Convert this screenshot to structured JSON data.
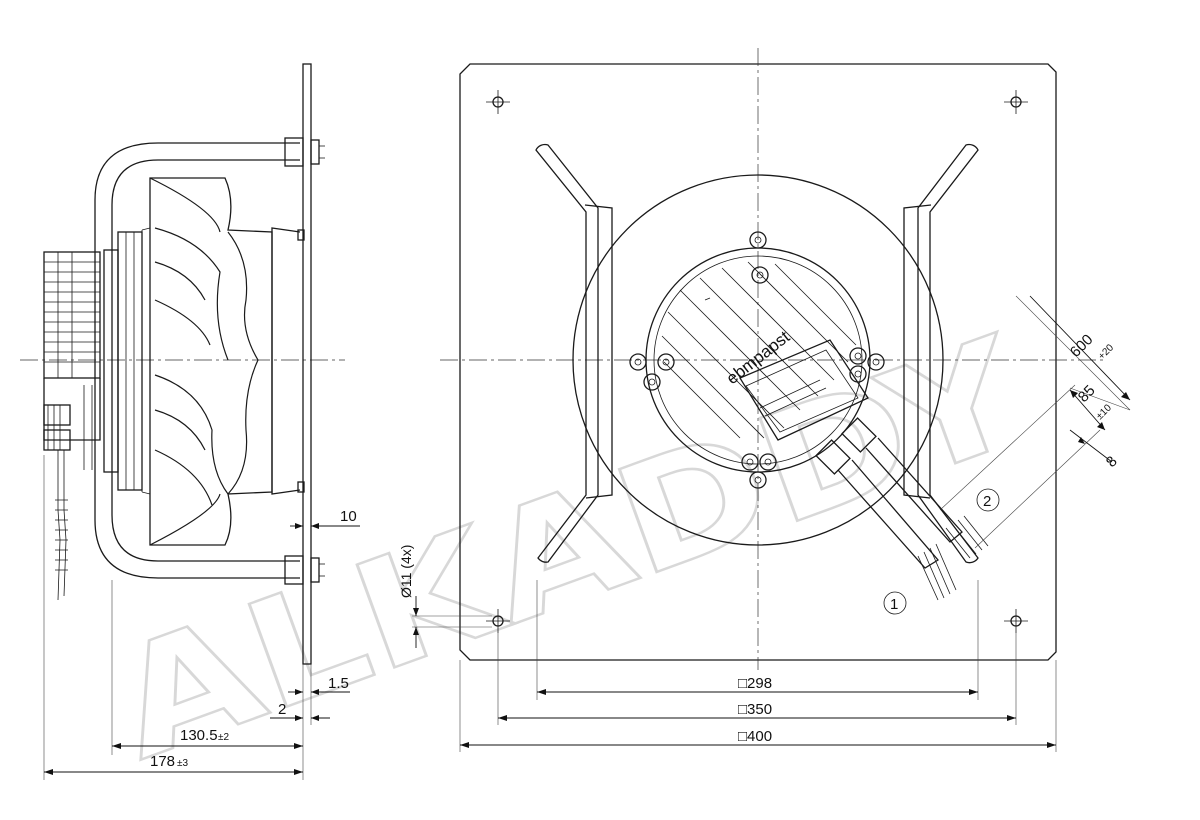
{
  "watermark": "ALKADDY",
  "brand_label": "ebmpapst",
  "side_view": {
    "dim_178": "178",
    "dim_178_tol": "±3",
    "dim_130_5": "130.5",
    "dim_130_5_tol": "±2",
    "dim_2": "2",
    "dim_1_5": "1.5",
    "dim_10": "10",
    "dim_hole": "Ø11 (4x)"
  },
  "front_view": {
    "dim_298": "□298",
    "dim_350": "□350",
    "dim_400": "□400",
    "dim_600": "600",
    "dim_600_tol": "+20",
    "dim_85": "85",
    "dim_85_tol": "±10",
    "dim_8": "8",
    "callout_1": "1",
    "callout_2": "2"
  }
}
